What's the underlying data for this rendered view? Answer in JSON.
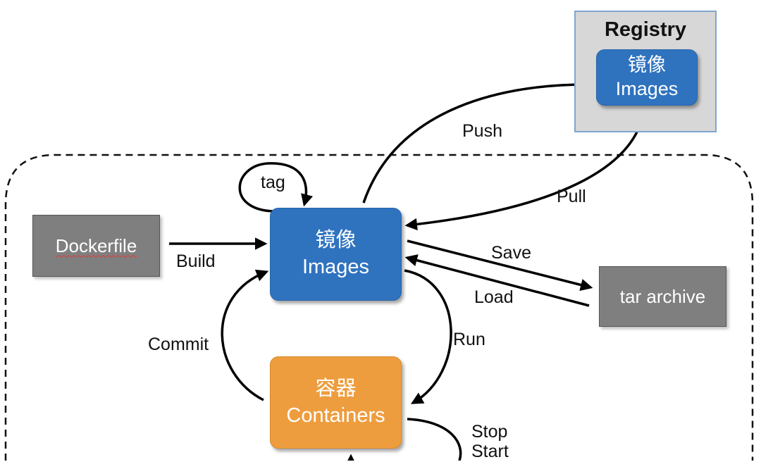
{
  "registry": {
    "title": "Registry",
    "images_cn": "镜像",
    "images_en": "Images"
  },
  "nodes": {
    "images_cn": "镜像",
    "images_en": "Images",
    "containers_cn": "容器",
    "containers_en": "Containers",
    "dockerfile": "Dockerfile",
    "tar_archive": "tar archive"
  },
  "edges": {
    "push": "Push",
    "pull": "Pull",
    "tag": "tag",
    "build": "Build",
    "save": "Save",
    "load": "Load",
    "commit": "Commit",
    "run": "Run",
    "stop": "Stop",
    "start": "Start"
  },
  "colors": {
    "image_box": "#2f73bf",
    "container_box": "#ee9d3e",
    "file_box": "#7f7f7f",
    "registry_bg": "#d7d7d7"
  }
}
